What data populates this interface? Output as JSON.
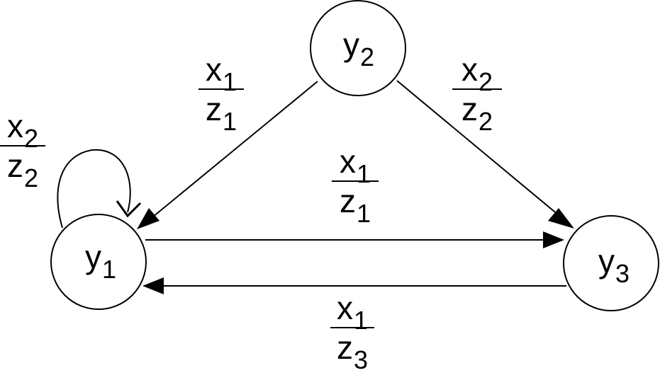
{
  "colors": {
    "stroke": "#000000",
    "background": "#ffffff"
  },
  "nodes": [
    {
      "id": "y2",
      "main": "y",
      "sub": "2"
    },
    {
      "id": "y1",
      "main": "y",
      "sub": "1"
    },
    {
      "id": "y3",
      "main": "y",
      "sub": "3"
    }
  ],
  "edges": [
    {
      "from": "y2",
      "to": "y1",
      "input": {
        "main": "x",
        "sub": "1"
      },
      "output": {
        "main": "z",
        "sub": "1"
      }
    },
    {
      "from": "y2",
      "to": "y3",
      "input": {
        "main": "x",
        "sub": "2"
      },
      "output": {
        "main": "z",
        "sub": "2"
      }
    },
    {
      "from": "y1",
      "to": "y1",
      "input": {
        "main": "x",
        "sub": "2"
      },
      "output": {
        "main": "z",
        "sub": "2"
      }
    },
    {
      "from": "y1",
      "to": "y3",
      "input": {
        "main": "x",
        "sub": "1"
      },
      "output": {
        "main": "z",
        "sub": "1"
      }
    },
    {
      "from": "y3",
      "to": "y1",
      "input": {
        "main": "x",
        "sub": "1"
      },
      "output": {
        "main": "z",
        "sub": "3"
      }
    }
  ]
}
